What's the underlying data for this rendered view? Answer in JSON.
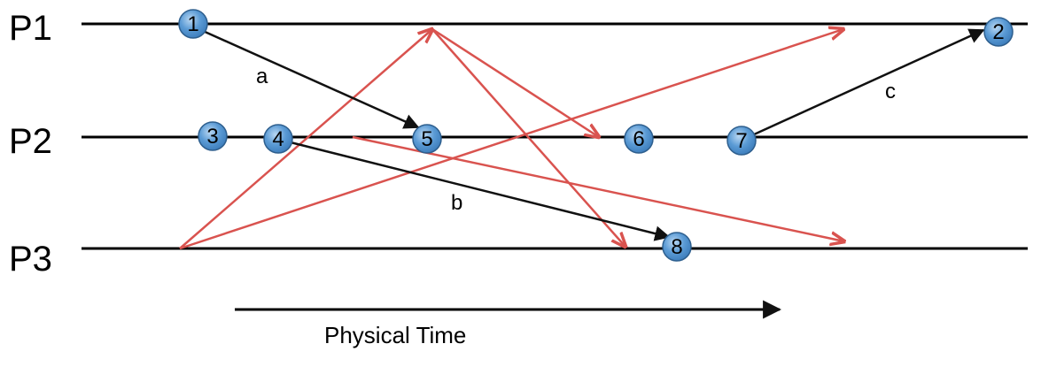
{
  "processes": [
    {
      "id": "P1",
      "label": "P1"
    },
    {
      "id": "P2",
      "label": "P2"
    },
    {
      "id": "P3",
      "label": "P3"
    }
  ],
  "events": [
    {
      "id": "1",
      "label": "1",
      "process": "P1"
    },
    {
      "id": "2",
      "label": "2",
      "process": "P1"
    },
    {
      "id": "3",
      "label": "3",
      "process": "P2"
    },
    {
      "id": "4",
      "label": "4",
      "process": "P2"
    },
    {
      "id": "5",
      "label": "5",
      "process": "P2"
    },
    {
      "id": "6",
      "label": "6",
      "process": "P2"
    },
    {
      "id": "7",
      "label": "7",
      "process": "P2"
    },
    {
      "id": "8",
      "label": "8",
      "process": "P3"
    }
  ],
  "messages": [
    {
      "id": "a",
      "label": "a",
      "from": "1",
      "to": "5"
    },
    {
      "id": "b",
      "label": "b",
      "from": "4",
      "to": "8"
    },
    {
      "id": "c",
      "label": "c",
      "from": "7",
      "to": "2"
    }
  ],
  "time_axis": {
    "label": "Physical Time"
  },
  "colors": {
    "line": "#000000",
    "message": "#111111",
    "overlay": "#d9534f",
    "event_fill": "#5b9bd5",
    "event_stroke": "#2e5f8e"
  }
}
